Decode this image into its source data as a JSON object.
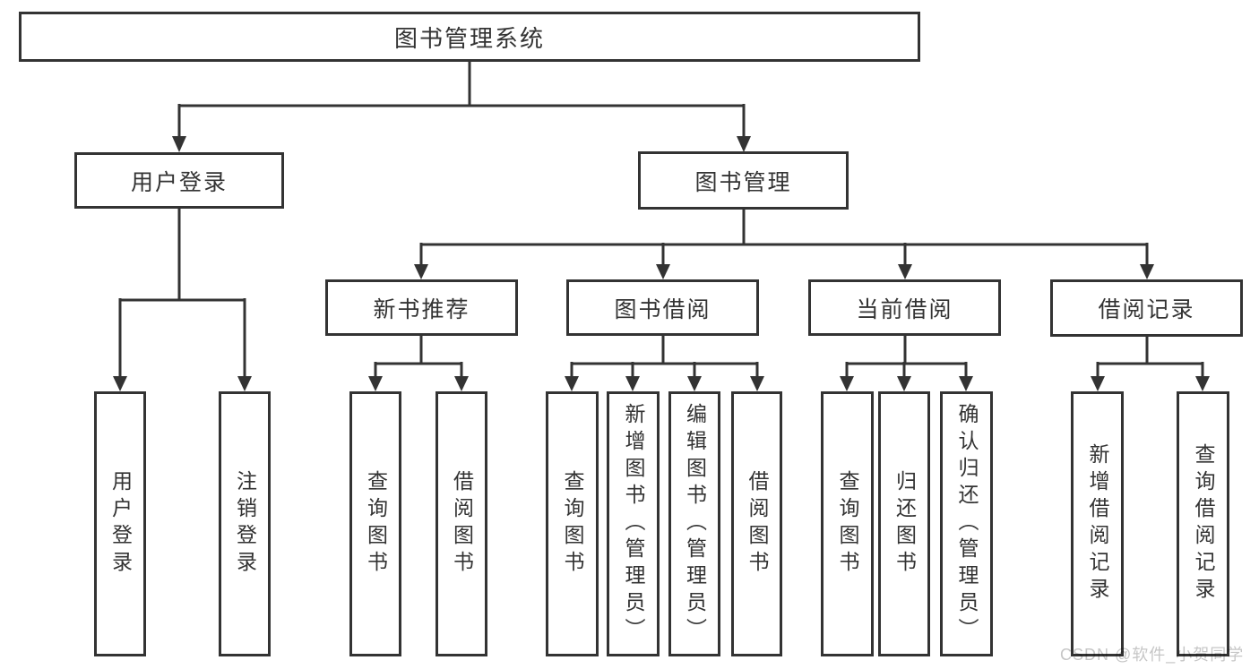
{
  "nodes": {
    "root": "图书管理系统",
    "user_login": "用户登录",
    "book_mgmt": "图书管理",
    "new_book_rec": "新书推荐",
    "book_borrow": "图书借阅",
    "current_borrow": "当前借阅",
    "borrow_records": "借阅记录",
    "leaf_user_login": "用户登录",
    "leaf_logout": "注销登录",
    "leaf_query_book_a": "查询图书",
    "leaf_borrow_book_a": "借阅图书",
    "leaf_query_book_b": "查询图书",
    "leaf_add_book": "新增图书（管理员）",
    "leaf_edit_book": "编辑图书（管理员）",
    "leaf_borrow_book_b": "借阅图书",
    "leaf_query_book_c": "查询图书",
    "leaf_return_book": "归还图书",
    "leaf_confirm_return": "确认归还（管理员）",
    "leaf_add_borrow_record": "新增借阅记录",
    "leaf_query_borrow_record": "查询借阅记录"
  },
  "structure": {
    "图书管理系统": {
      "用户登录": [
        "用户登录",
        "注销登录"
      ],
      "图书管理": {
        "新书推荐": [
          "查询图书",
          "借阅图书"
        ],
        "图书借阅": [
          "查询图书",
          "新增图书（管理员）",
          "编辑图书（管理员）",
          "借阅图书"
        ],
        "当前借阅": [
          "查询图书",
          "归还图书",
          "确认归还（管理员）"
        ],
        "借阅记录": [
          "新增借阅记录",
          "查询借阅记录"
        ]
      }
    }
  },
  "colors": {
    "line": "#333333",
    "text": "#333333",
    "background": "#ffffff",
    "watermark": "#c6c6c6"
  },
  "watermark": "CSDN @软件_小贺同学"
}
